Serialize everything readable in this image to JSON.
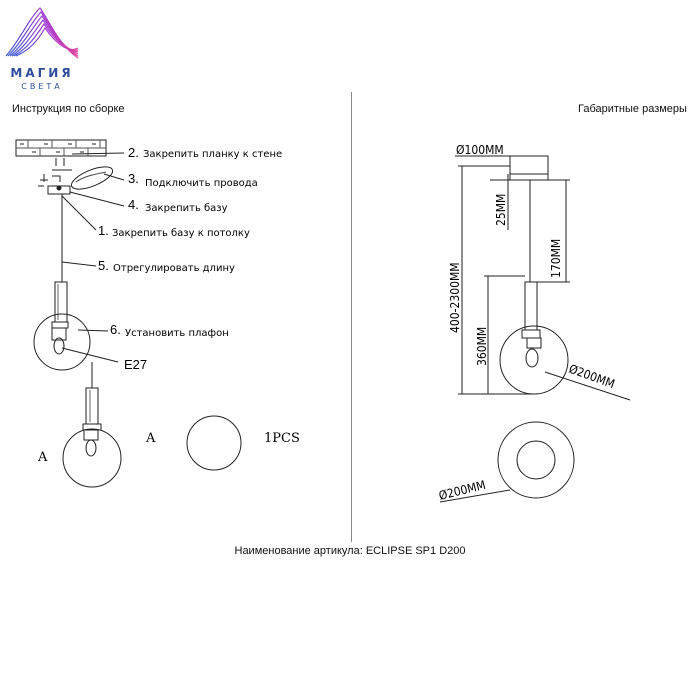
{
  "brand": {
    "name": "МАГИЯ",
    "sub": "СВЕТА",
    "color": "#2f4f9e"
  },
  "left_title": "Инструкция по сборке",
  "right_title": "Габаритные размеры",
  "steps": [
    {
      "num": "2.",
      "text": "Закрепить планку к стене"
    },
    {
      "num": "3.",
      "text": "Подключить провода"
    },
    {
      "num": "4.",
      "text": "Закрепить базу"
    },
    {
      "num": "1.",
      "text": "Закрепить базу к потолку"
    },
    {
      "num": "5.",
      "text": "Отрегулировать длину"
    },
    {
      "num": "6.",
      "text": "Установить плафон"
    }
  ],
  "socket_label": "E27",
  "parts": {
    "label_a1": "A",
    "label_a2": "A",
    "qty": "1PCS"
  },
  "dimensions": {
    "canopy": "Ø100MM",
    "canopy_height": "25MM",
    "total_length": "400-2300MM",
    "rod": "170MM",
    "shade_drop": "360MM",
    "shade_diameter": "Ø200MM",
    "shade_diameter_bottom": "Ø200MM"
  },
  "article": "Наименование артикула: ECLIPSE SP1 D200"
}
